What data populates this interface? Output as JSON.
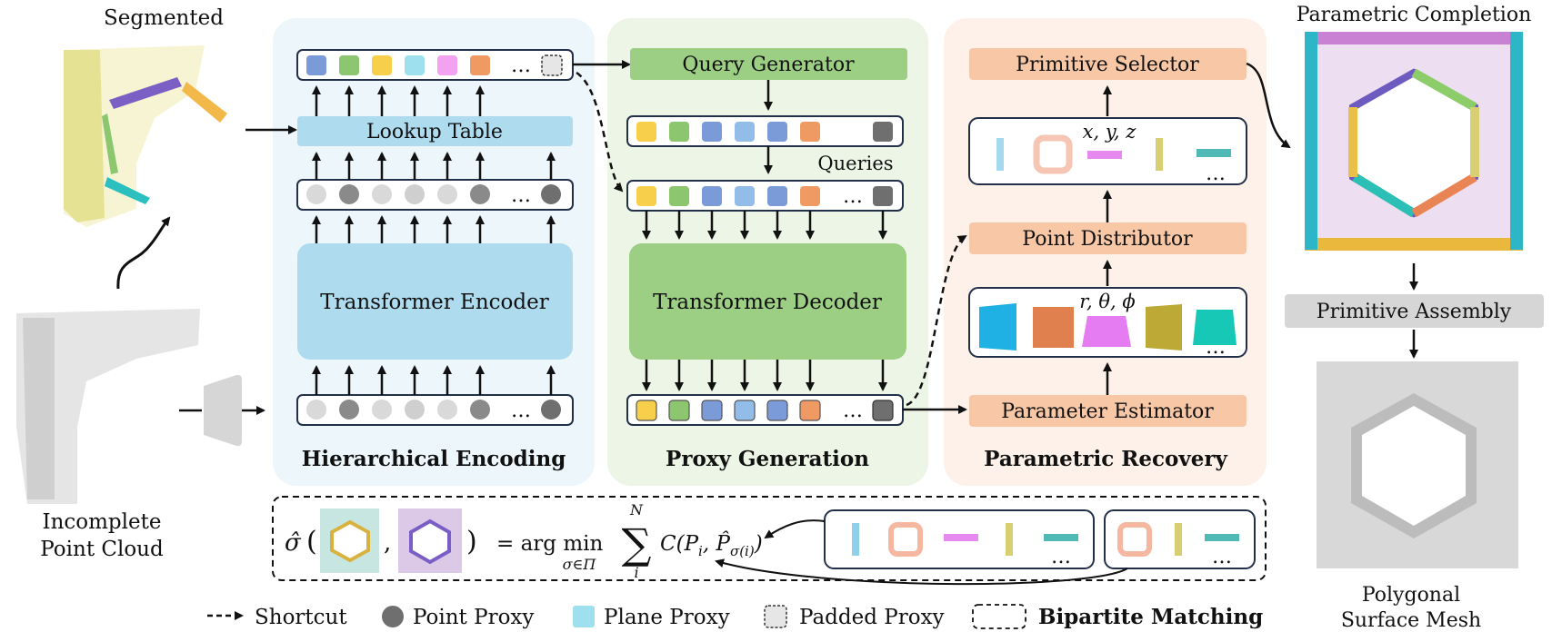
{
  "labels": {
    "segmented": "Segmented",
    "incomplete_line1": "Incomplete",
    "incomplete_line2": "Point Cloud",
    "parametric_completion": "Parametric Completion",
    "polygonal_line1": "Polygonal",
    "polygonal_line2": "Surface Mesh"
  },
  "panels": {
    "encoding": {
      "title": "Hierarchical Encoding",
      "lookup_table": "Lookup Table",
      "transformer_encoder": "Transformer Encoder",
      "color": "#ecf6fb"
    },
    "proxy": {
      "title": "Proxy Generation",
      "query_generator": "Query Generator",
      "queries": "Queries",
      "transformer_decoder": "Transformer Decoder",
      "color": "#edf5e6"
    },
    "recovery": {
      "title": "Parametric Recovery",
      "primitive_selector": "Primitive Selector",
      "point_distributor": "Point Distributor",
      "parameter_estimator": "Parameter Estimator",
      "xyz": "x, y, z",
      "rtp": "r, θ, ϕ",
      "color": "#fdf1e9"
    }
  },
  "primitive_assembly": "Primitive Assembly",
  "ellipsis": "…",
  "formula": {
    "sigma_hat": "σ̂",
    "equals": "= arg min",
    "sub": "σ∈Π",
    "sum_top": "N",
    "sum_bottom": "i",
    "cost": "C(P",
    "cost_i": "i",
    "cost_mid": ", P̂",
    "cost_sub": "σ(i)",
    "cost_end": ")"
  },
  "legend": {
    "shortcut": "Shortcut",
    "point_proxy": "Point Proxy",
    "plane_proxy": "Plane Proxy",
    "padded_proxy": "Padded Proxy",
    "bipartite": "Bipartite Matching"
  },
  "colors": {
    "blue_box": "#aedcee",
    "green_box": "#9cce84",
    "orange_box": "#f8c7a6",
    "grey_box": "#d6d6d6",
    "token_blue": "#7b9bd8",
    "token_green": "#8cc66e",
    "token_yellow": "#f7cf4a",
    "token_cyan": "#9fe0ee",
    "token_pink": "#f3a2f2",
    "token_orange": "#ef9a62",
    "token_lightblue": "#93bde9",
    "token_darkgrey": "#6f6f6f"
  }
}
